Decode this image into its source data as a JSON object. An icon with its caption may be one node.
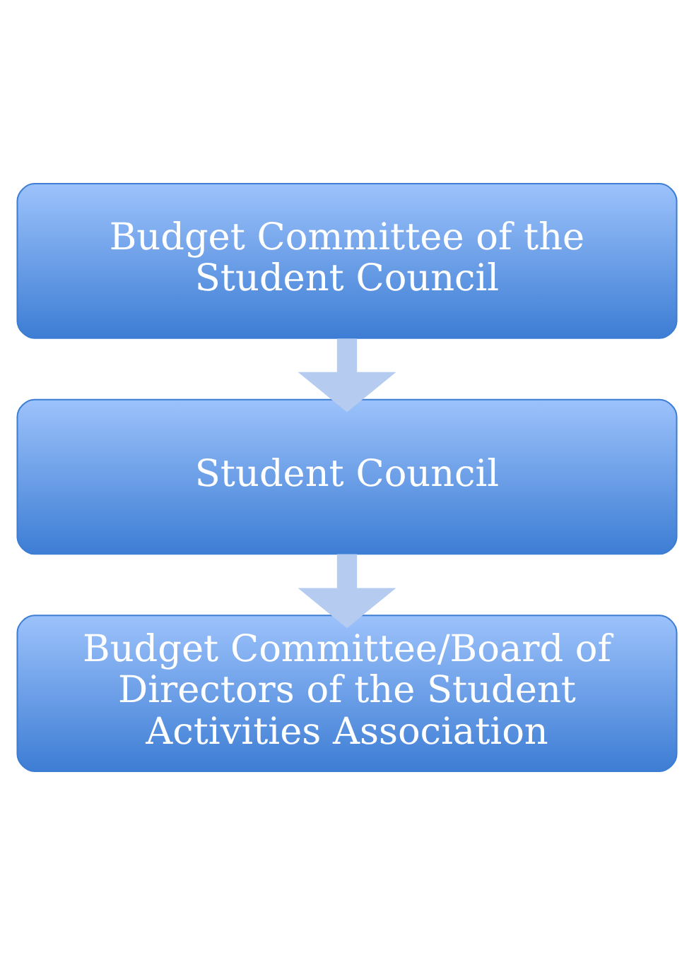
{
  "diagram": {
    "nodes": [
      {
        "text": [
          "Budget Committee of the Student Council"
        ]
      },
      {
        "text": [
          "Student Council"
        ]
      },
      {
        "text": [
          "Budget Committee/Board of Directors of the Student Activities Association"
        ]
      }
    ],
    "edges": [
      {
        "from": 0,
        "to": 1,
        "arrow": "to"
      },
      {
        "from": 1,
        "to": 2,
        "arrow": "to"
      }
    ]
  }
}
